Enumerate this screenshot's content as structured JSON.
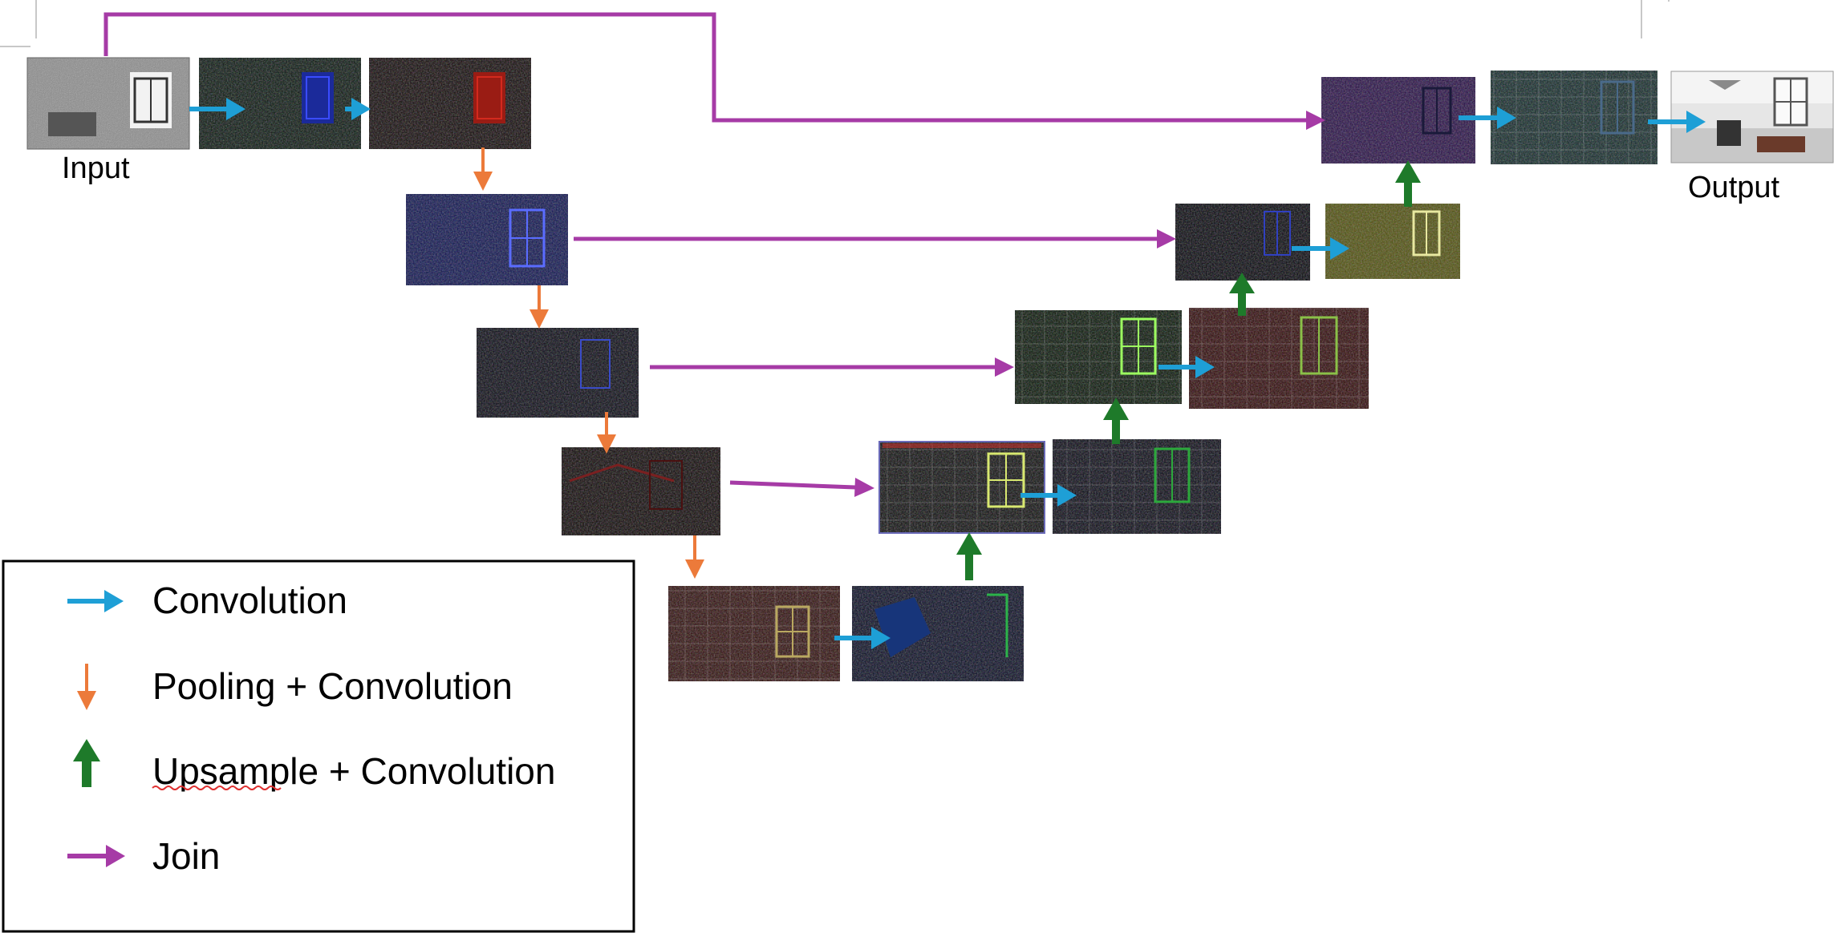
{
  "labels": {
    "input": "Input",
    "output": "Output"
  },
  "legend": {
    "items": [
      {
        "label": "Convolution",
        "color": "#1e9fd6"
      },
      {
        "label": "Pooling + Convolution",
        "color": "#ec7a3a"
      },
      {
        "label": "Upsample + Convolution",
        "color": "#1e7a2a"
      },
      {
        "label": "Join",
        "color": "#a63ba6"
      }
    ]
  },
  "colors": {
    "convolution": "#1e9fd6",
    "pooling": "#ec7a3a",
    "upsample": "#1e7a2a",
    "join": "#a63ba6",
    "spellcheck": "#e03030"
  },
  "feature_map_tints": {
    "input": "noisy-grayscale",
    "enc1_a": "dark-blue",
    "enc1_b": "dark-red",
    "enc2": "blue",
    "enc3": "dark-blue-noise",
    "enc4": "dark-red",
    "bottleneck_a": "red-green",
    "bottleneck_b": "blue-green",
    "dec4_a": "green-red",
    "dec4_b": "blue-green",
    "dec3_a": "bright-green",
    "dec3_b": "dark-red-green",
    "dec2_a": "dark-blue",
    "dec2_b": "olive",
    "dec1_a": "purple",
    "dec1_b": "teal",
    "output": "clean-kitchen"
  }
}
